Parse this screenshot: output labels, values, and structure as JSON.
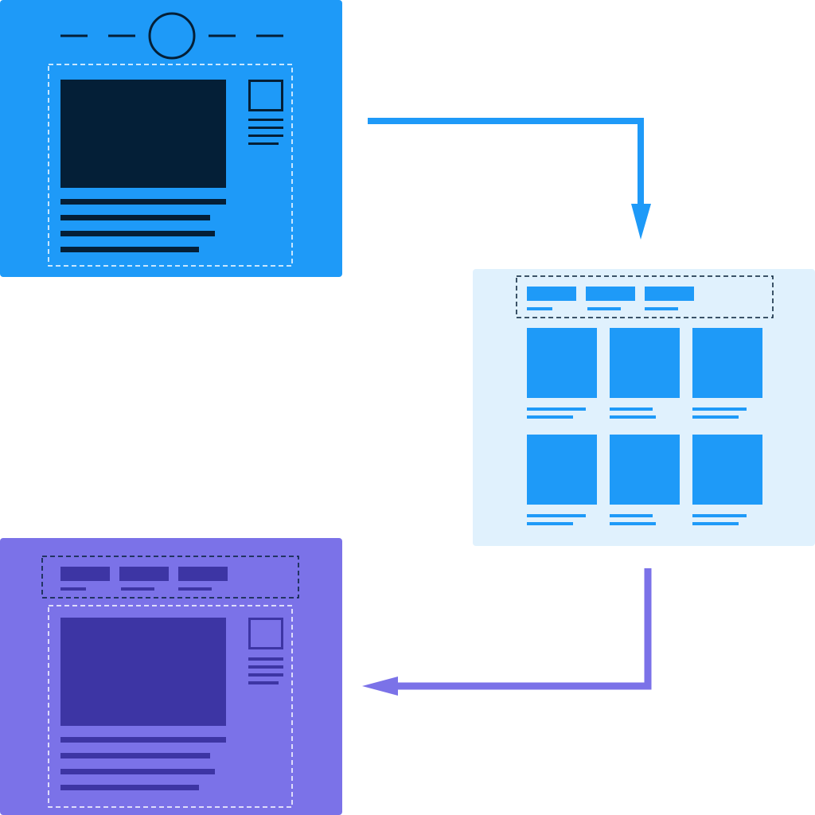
{
  "colors": {
    "blue": "#1e9af8",
    "navy": "#041f37",
    "light_panel": "#e0f1fd",
    "purple": "#7b72e8",
    "dark_purple": "#3d35a4",
    "white": "#ffffff",
    "background": "#ffffff"
  },
  "panels": {
    "top_left": {
      "kind": "detail-page-wireframe",
      "header": "nav-with-center-circle-logo",
      "dashed_region": "content",
      "icon": "square-icon"
    },
    "right": {
      "kind": "grid-listing-wireframe",
      "header": "three-tabs-nav",
      "dashed_region": "nav",
      "grid": {
        "rows": 2,
        "columns": 3
      }
    },
    "bottom_left": {
      "kind": "detail-page-wireframe",
      "header": "three-tabs-nav",
      "dashed_regions": [
        "nav",
        "content"
      ],
      "icon": "square-icon"
    }
  },
  "flow": [
    {
      "from": "top_left",
      "to": "right",
      "direction": "down",
      "color": "blue"
    },
    {
      "from": "right",
      "to": "bottom_left",
      "direction": "left",
      "color": "purple"
    }
  ]
}
